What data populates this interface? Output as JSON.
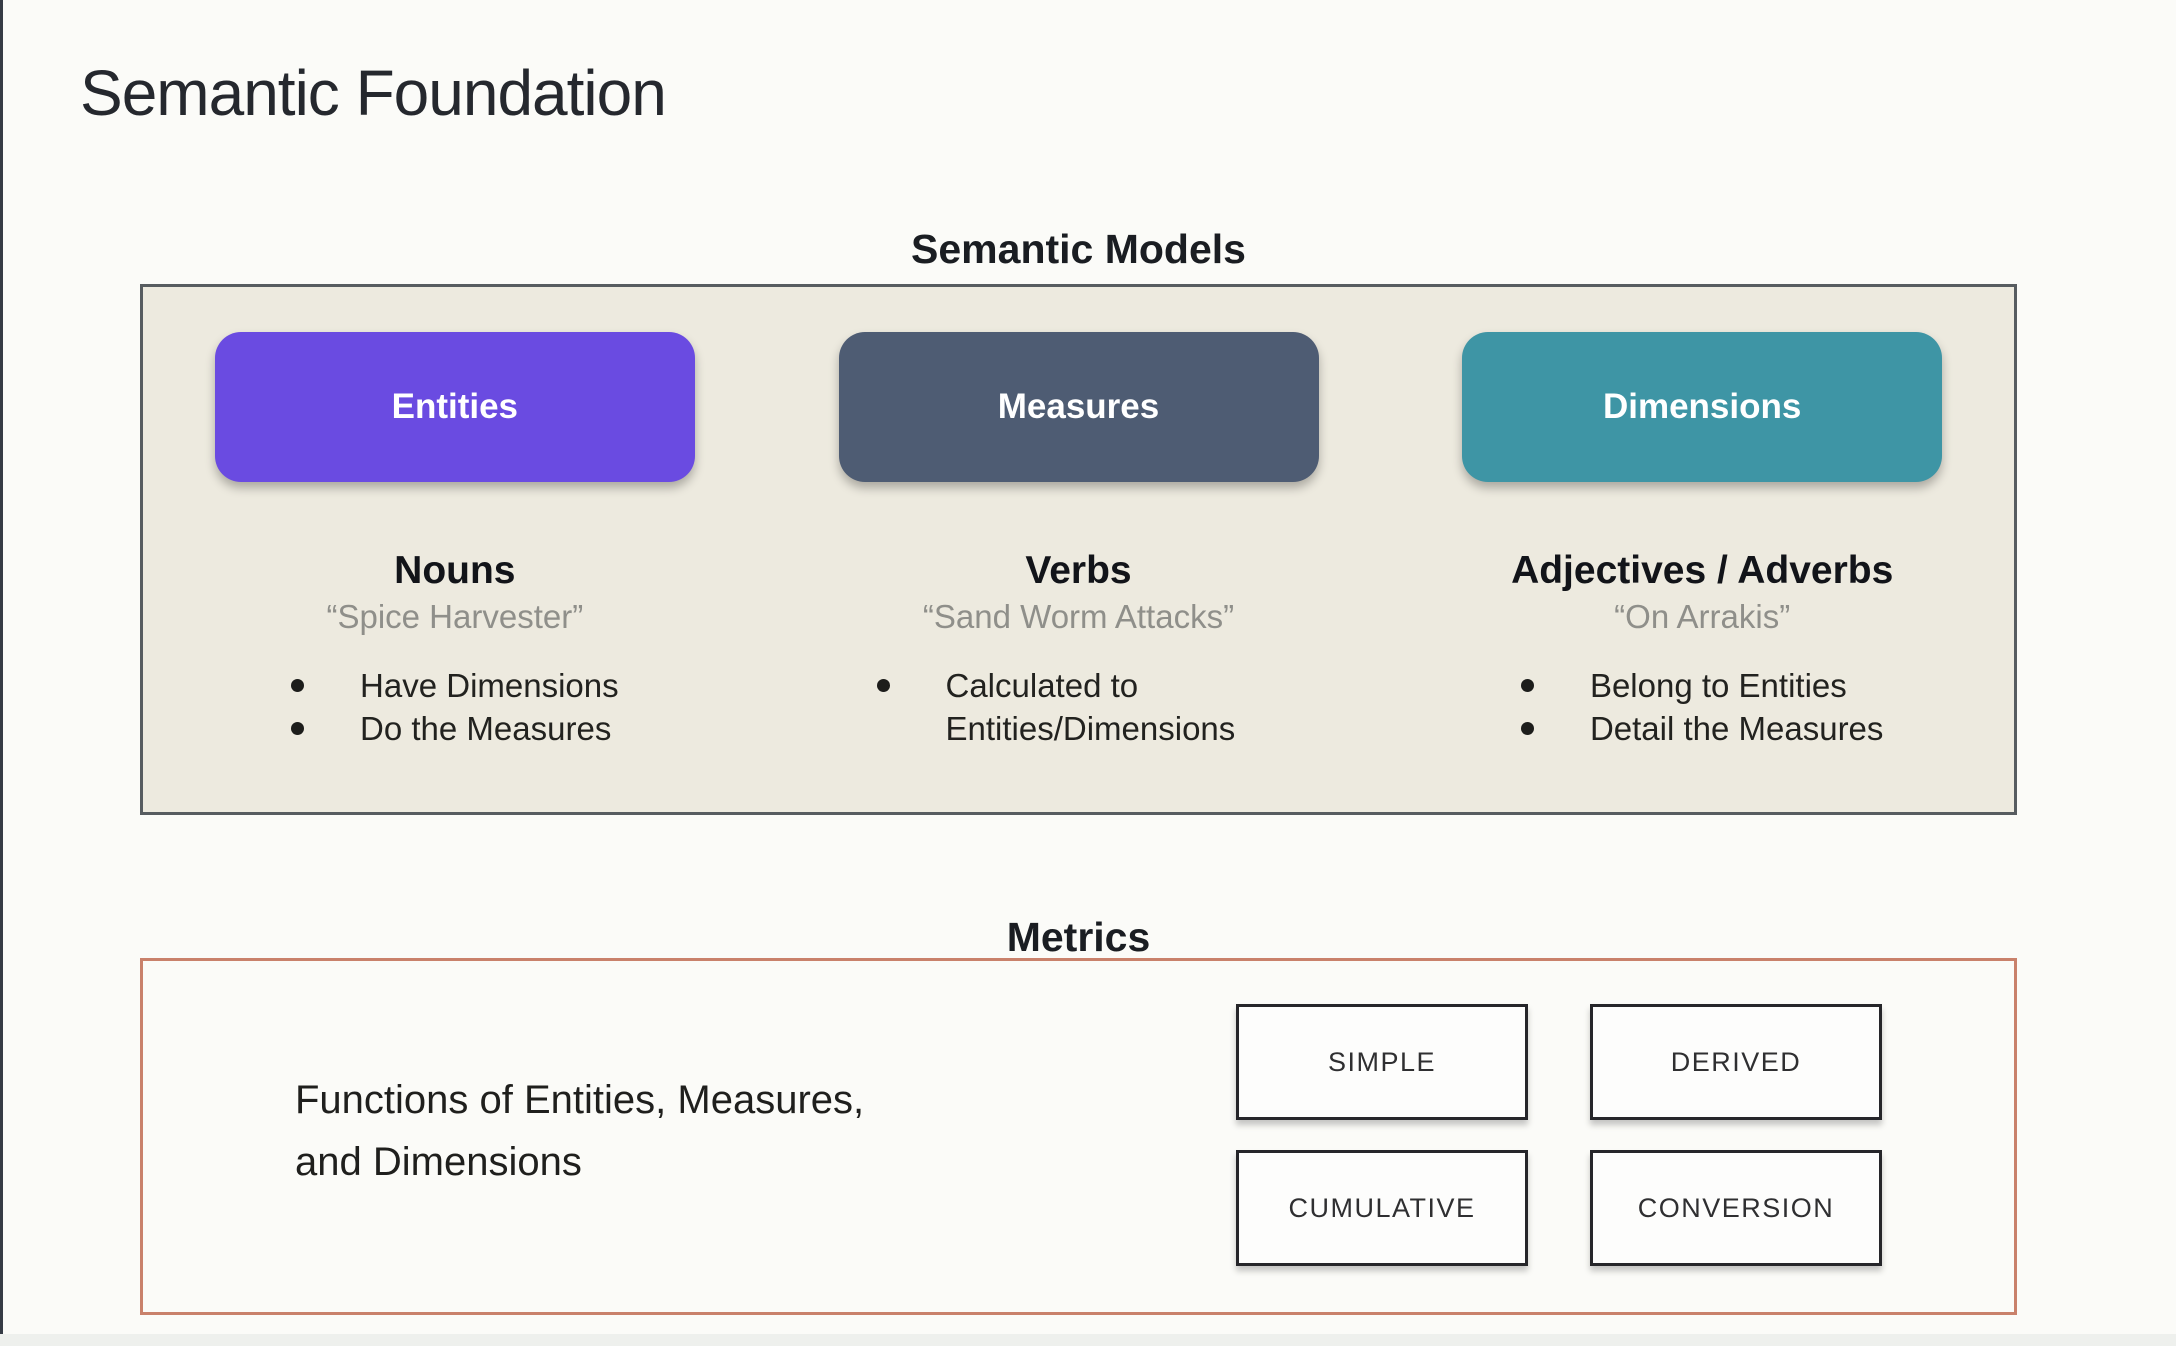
{
  "slide": {
    "title": "Semantic Foundation"
  },
  "semantic_models": {
    "heading": "Semantic Models",
    "panel_background": "#edeadf",
    "panel_border_color": "#575c60",
    "columns": [
      {
        "button": "Entities",
        "button_color": "#6a4be1",
        "part_of_speech": "Nouns",
        "example": "“Spice Harvester”",
        "bullets": [
          "Have Dimensions",
          "Do the Measures"
        ]
      },
      {
        "button": "Measures",
        "button_color": "#4e5c73",
        "part_of_speech": "Verbs",
        "example": "“Sand Worm Attacks”",
        "bullets": [
          "Calculated to Entities/Dimensions"
        ]
      },
      {
        "button": "Dimensions",
        "button_color": "#3e95a5",
        "part_of_speech": "Adjectives / Adverbs",
        "example": "“On Arrakis”",
        "bullets": [
          "Belong to Entities",
          "Detail the Measures"
        ]
      }
    ]
  },
  "metrics": {
    "heading": "Metrics",
    "panel_border_color": "#c9816b",
    "description_lines": [
      "Functions of Entities, Measures,",
      "and Dimensions"
    ],
    "types": [
      "SIMPLE",
      "DERIVED",
      "CUMULATIVE",
      "CONVERSION"
    ]
  }
}
